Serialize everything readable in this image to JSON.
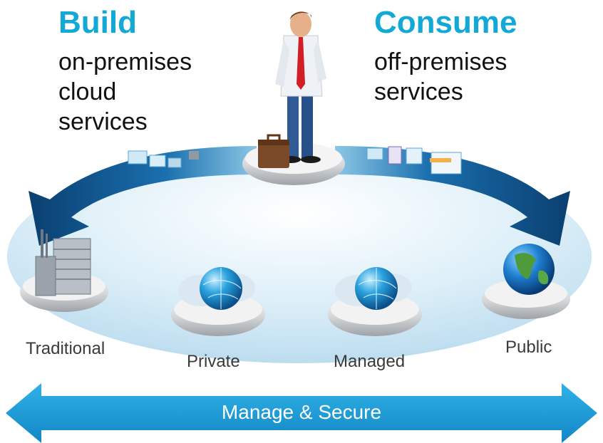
{
  "left_heading": {
    "title": "Build",
    "lines": [
      "on-premises",
      "cloud",
      "services"
    ]
  },
  "right_heading": {
    "title": "Consume",
    "lines": [
      "off-premises",
      "services"
    ]
  },
  "nodes": [
    {
      "label": "Traditional",
      "icon": "office-building-icon"
    },
    {
      "label": "Private",
      "icon": "private-cloud-globe-icon"
    },
    {
      "label": "Managed",
      "icon": "managed-cloud-globe-icon"
    },
    {
      "label": "Public",
      "icon": "earth-globe-icon"
    }
  ],
  "center_figure": {
    "icon": "businessman-with-briefcase-icon"
  },
  "bottom_band": {
    "label": "Manage & Secure"
  },
  "colors": {
    "accent": "#12A9D6",
    "arrow_dark": "#0A4F86",
    "band": "#1A9BD7"
  }
}
